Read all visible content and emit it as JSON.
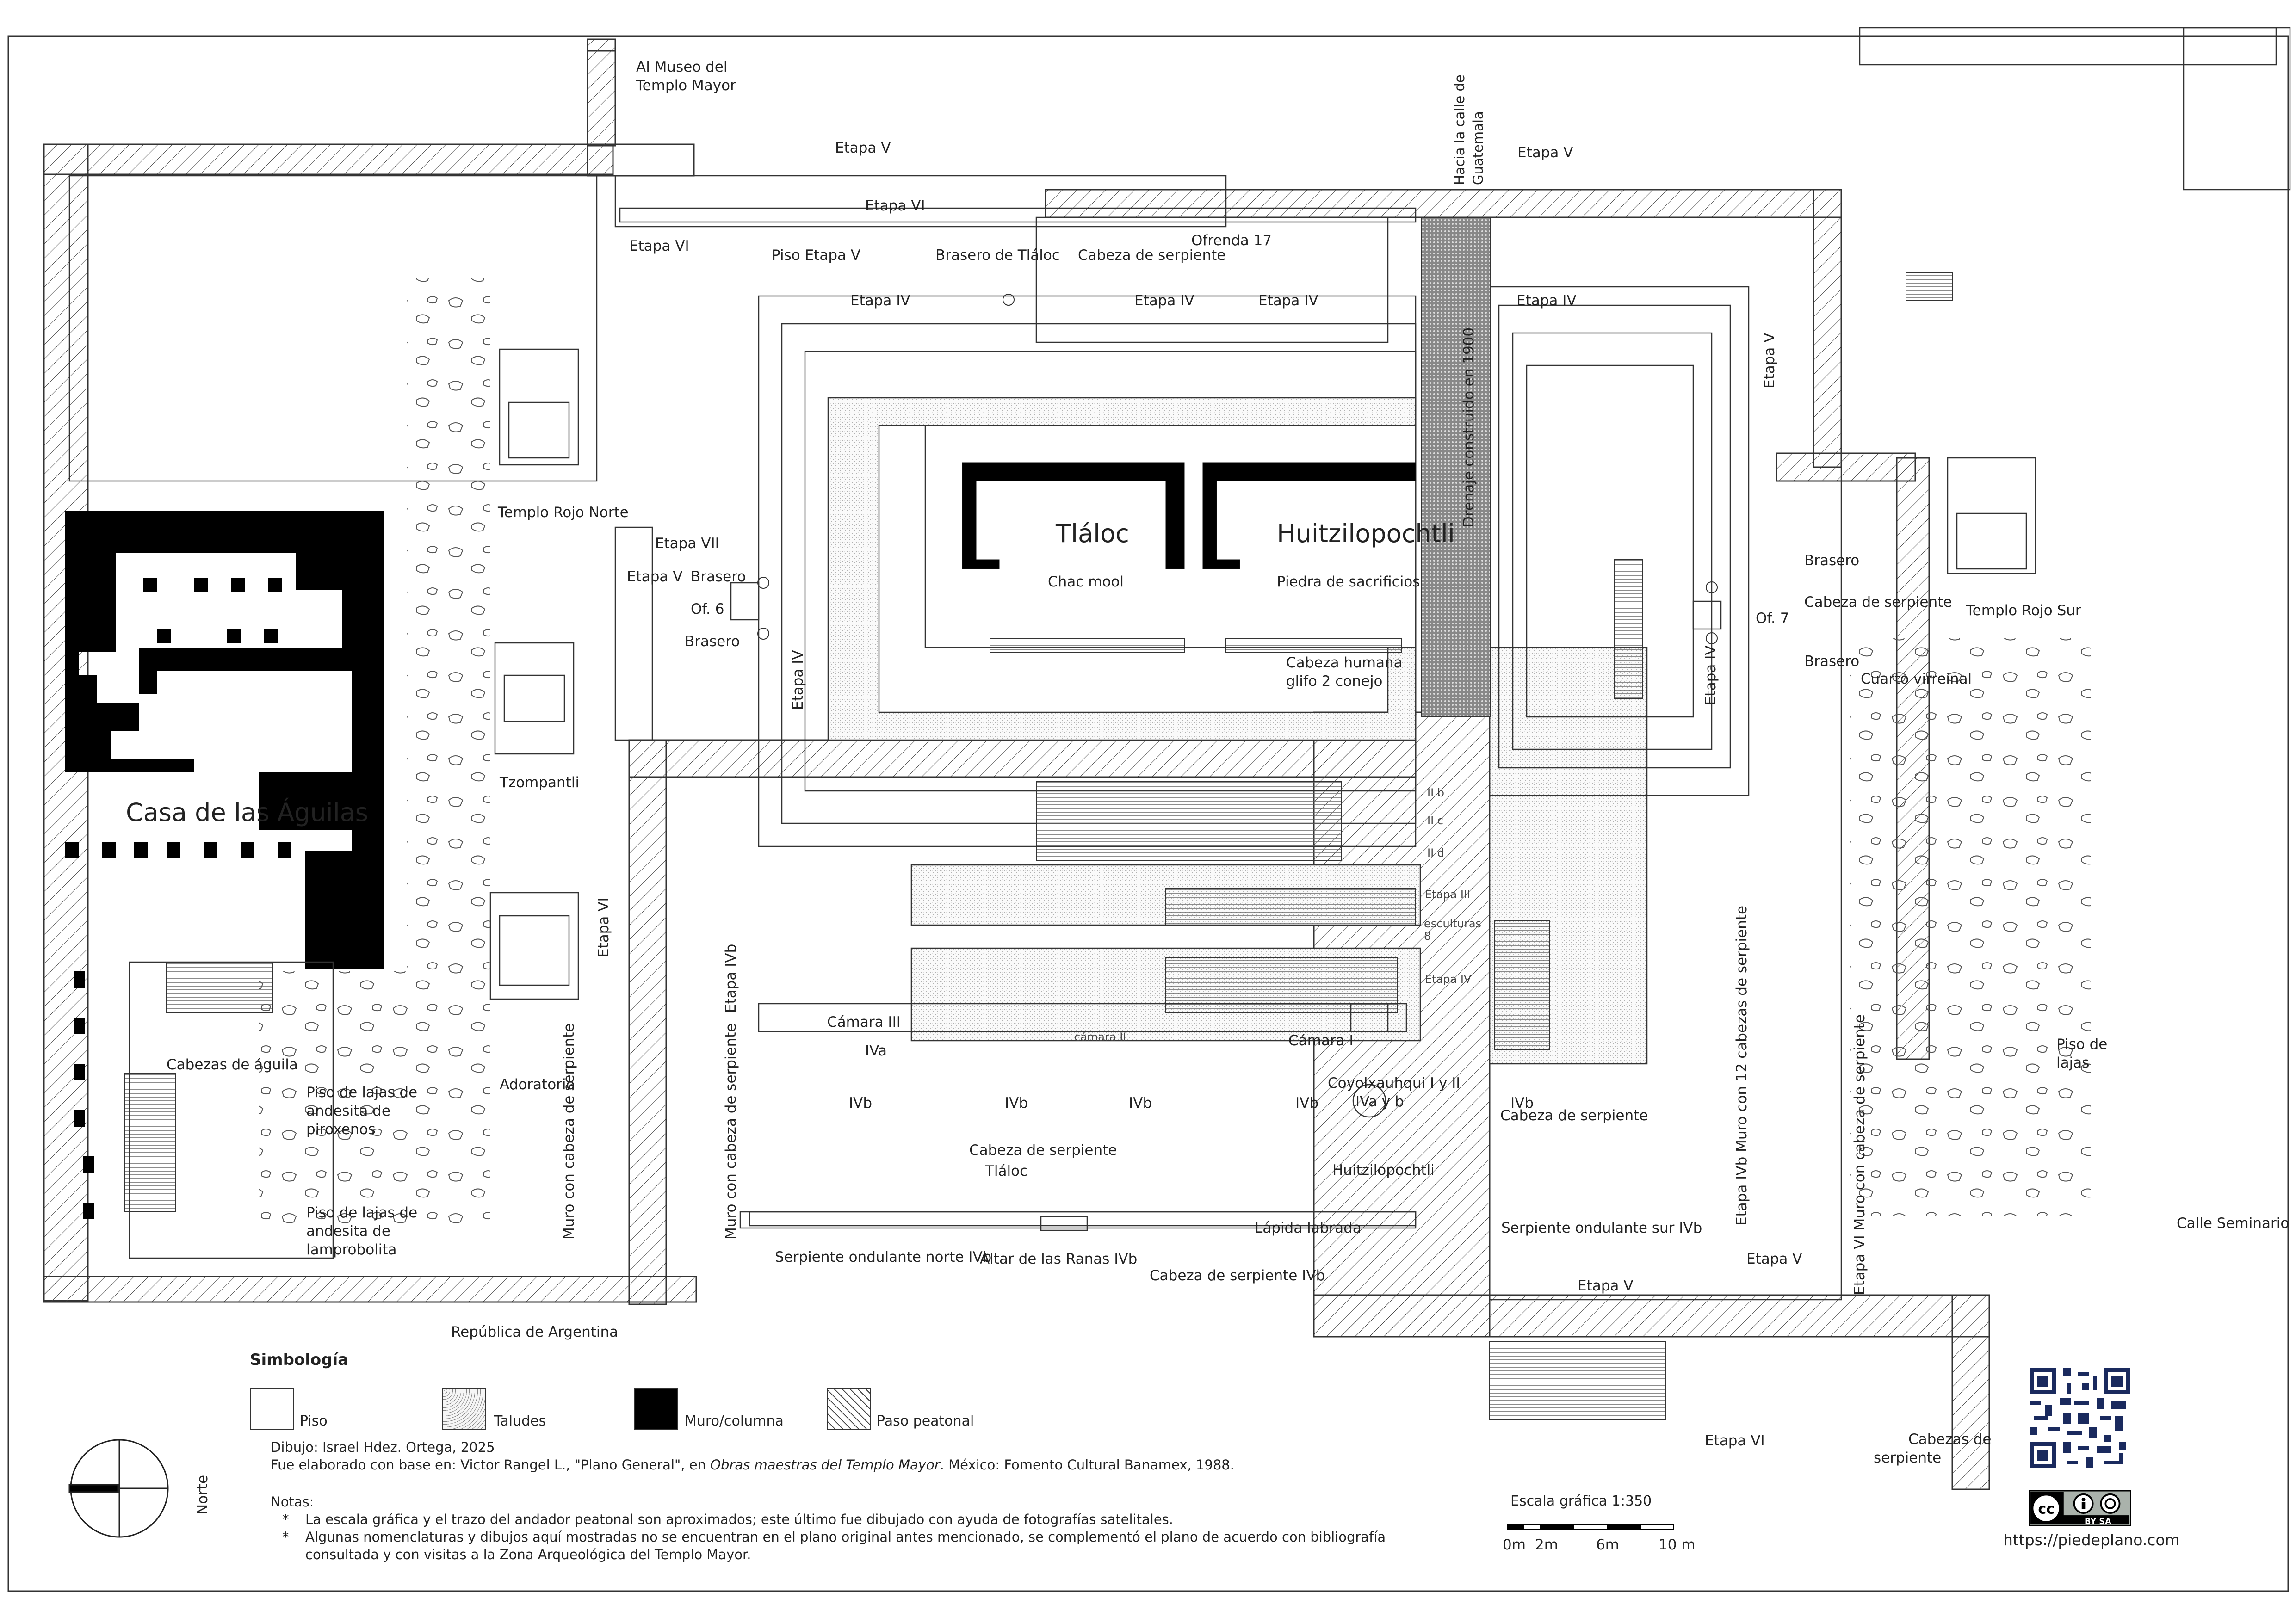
{
  "labels": {
    "al_museo": [
      "Al Museo del",
      "Templo Mayor"
    ],
    "hacia_guatemala": [
      "Hacia la calle de",
      "Guatemala"
    ],
    "etapa_v_top": "Etapa V",
    "etapa_v_top_right": "Etapa V",
    "etapa_vi_top": "Etapa VI",
    "etapa_vi_left": "Etapa VI",
    "piso_etapa_v": "Piso Etapa V",
    "brasero_tlaloc": "Brasero de Tláloc",
    "cabeza_serpiente_top": "Cabeza de serpiente",
    "ofrenda_17": "Ofrenda 17",
    "etapa_iv_1": "Etapa IV",
    "etapa_iv_2": "Etapa IV",
    "etapa_iv_3": "Etapa IV",
    "etapa_iv_4": "Etapa IV",
    "etapa_v_right_v": "Etapa V",
    "drenaje": "Drenaje construido en 1900",
    "tlaloc": "Tláloc",
    "huitzilopochtli": "Huitzilopochtli",
    "chac_mool": "Chac mool",
    "piedra_sacrificios": "Piedra de sacrificios",
    "cabeza_humana": [
      "Cabeza humana",
      "glifo 2 conejo"
    ],
    "templo_rojo_norte": "Templo Rojo Norte",
    "templo_rojo_sur": "Templo Rojo Sur",
    "etapa_vii": "Etapa VII",
    "etapa_v_left": "Etapa V",
    "brasero_1": "Brasero",
    "brasero_2": "Brasero",
    "brasero_3": "Brasero",
    "brasero_4": "Brasero",
    "of_6": "Of. 6",
    "of_7": "Of. 7",
    "cabeza_serpiente_right": "Cabeza de serpiente",
    "etapa_iv_left_v": "Etapa IV",
    "etapa_iv_right_v": "Etapa IV",
    "cuarto_virreinal": "Cuarto virreinal",
    "tzompantli": "Tzompantli",
    "casa_aguilas": "Casa de las Águilas",
    "adoratorio": "Adoratorio",
    "cabezas_aguila": "Cabezas de águila",
    "piso_piroxenos": [
      "Piso de lajas de",
      "andesita de",
      "piroxenos"
    ],
    "piso_lamprobolita": [
      "Piso de lajas de",
      "andesita de",
      "lamprobolita"
    ],
    "muro_cabeza_serpiente_left": "Muro con cabeza de serpiente",
    "etapa_vi_vertical": "Etapa VI",
    "muro_cabeza_serpiente_mid": "Muro con cabeza de serpiente",
    "etapa_ivb_vertical": "Etapa IVb",
    "camara_iii": "Cámara III",
    "camara_ii": "cámara II",
    "camara_i": "Cámara I",
    "iva": "IVa",
    "ivb_1": "IVb",
    "ivb_2": "IVb",
    "ivb_3": "IVb",
    "ivb_4": "IVb",
    "ivb_5": "IVb",
    "coyolxauhqui": [
      "Coyolxauhqui I y II",
      "IVa y b"
    ],
    "cabeza_serpiente_tlaloc": [
      "Cabeza de serpiente",
      "Tláloc"
    ],
    "cabeza_serpiente_mid": "Cabeza de serpiente",
    "huitzilopochtli_small": "Huitzilopochtli",
    "lapida_labrada": "Lápida labrada",
    "serpiente_norte": "Serpiente ondulante norte IVb",
    "altar_ranas": "Altar de las Ranas IVb",
    "cabeza_serpiente_ivb": "Cabeza de serpiente IVb",
    "serpiente_sur": "Serpiente ondulante sur IVb",
    "etapa_iib": "II b",
    "etapa_iic": "II c",
    "etapa_iid": "II d",
    "etapa_iii": "Etapa III",
    "esculturas": [
      "esculturas",
      "8"
    ],
    "etapa_iv_mid": "Etapa IV",
    "etapa_ivb_12": "Etapa IVb  Muro con 12 cabezas de serpiente",
    "etapa_vi_muro": "Etapa VI Muro con cabeza de serpiente",
    "piso_lajas": [
      "Piso de",
      "lajas"
    ],
    "etapa_v_bottom_right": "Etapa V",
    "etapa_v_bottom": "Etapa V",
    "etapa_vi_bottom": "Etapa VI",
    "cabezas_serpiente_bottom": [
      "Cabezas de",
      "serpiente"
    ],
    "calle_seminario": "Calle Seminario",
    "republica_argentina": "República de Argentina"
  },
  "legend": {
    "title": "Simbología",
    "items": [
      {
        "label": "Piso",
        "pattern": "plain"
      },
      {
        "label": "Taludes",
        "pattern": "stipple"
      },
      {
        "label": "Muro/columna",
        "pattern": "solid"
      },
      {
        "label": "Paso peatonal",
        "pattern": "hatch"
      }
    ]
  },
  "credits": {
    "line1": "Dibujo: Israel Hdez. Ortega, 2025",
    "line2_pre": "Fue elaborado con base en: Victor Rangel L., \"Plano General\", en ",
    "line2_ital": "Obras maestras del Templo Mayor",
    "line2_post": ". México: Fomento Cultural Banamex, 1988."
  },
  "notes": {
    "title": "Notas:",
    "items": [
      "La escala gráfica y el trazo del andador peatonal son aproximados; este último fue dibujado con ayuda de fotografías satelitales.",
      "Algunas nomenclaturas y dibujos aquí mostradas no se encuentran en el plano original antes mencionado, se complementó el plano de acuerdo con bibliografía",
      "consultada y con visitas a la Zona Arqueológica del Templo Mayor."
    ]
  },
  "north_label": "Norte",
  "scale": {
    "title": "Escala gráfica 1:350",
    "ticks": [
      "0m",
      "2m",
      "6m",
      "10 m"
    ]
  },
  "site_url": "https://piedeplano.com",
  "license": "BY SA",
  "colors": {
    "ink": "#222222",
    "paper": "#ffffff",
    "stipple": "#bfbfbf"
  }
}
